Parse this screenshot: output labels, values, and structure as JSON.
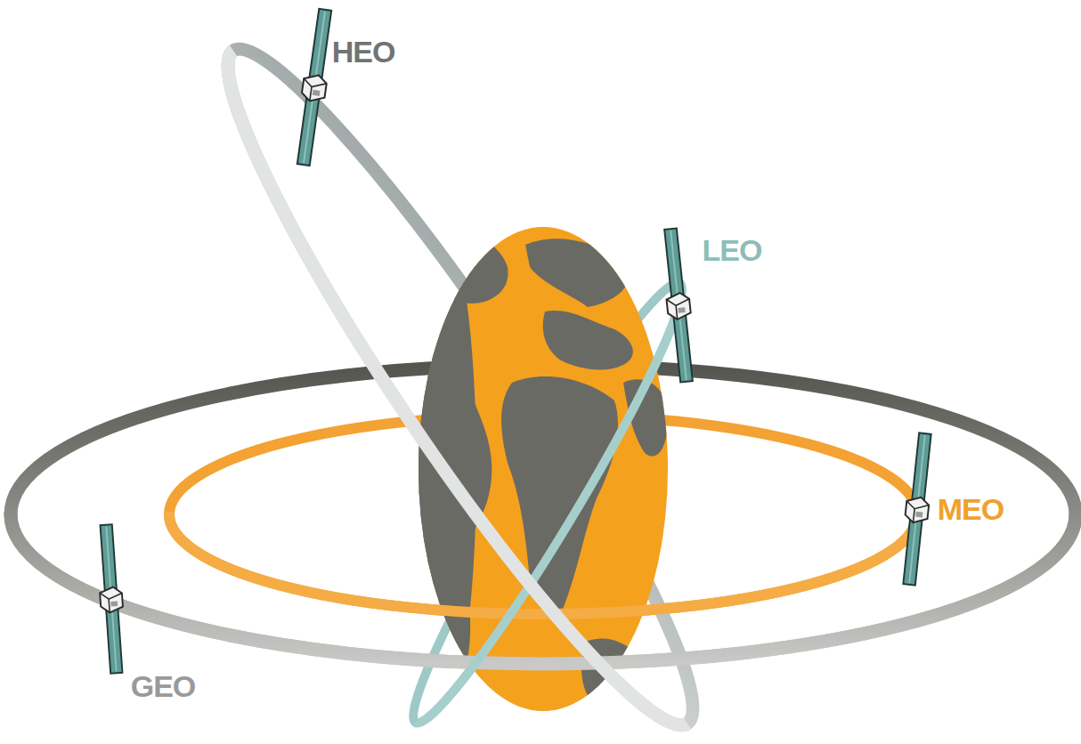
{
  "diagram": {
    "labels": [
      "HEO",
      "LEO",
      "MEO",
      "GEO"
    ]
  }
}
